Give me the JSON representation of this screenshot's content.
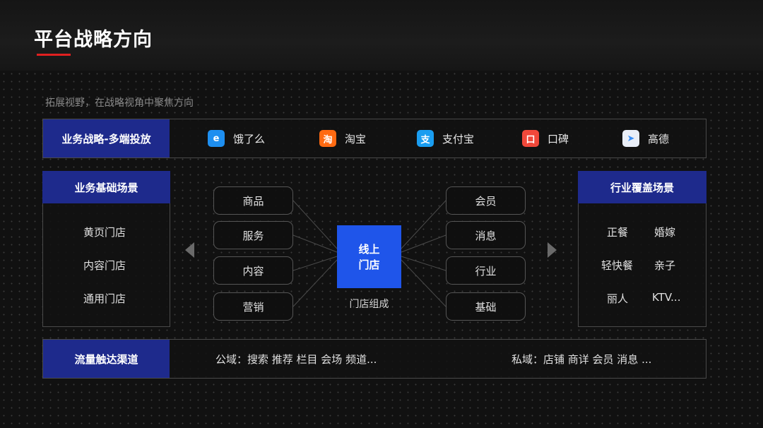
{
  "header": {
    "title": "平台战略方向",
    "subtitle": "拓展视野，在战略视角中聚焦方向",
    "accent_color": "#e02020"
  },
  "strategy_row": {
    "label": "业务战略-多端投放",
    "platforms": [
      {
        "name": "饿了么",
        "icon": "eleme-icon",
        "color": "#1e8ff0",
        "glyph": "e"
      },
      {
        "name": "淘宝",
        "icon": "taobao-icon",
        "color": "#ff6a12",
        "glyph": "淘"
      },
      {
        "name": "支付宝",
        "icon": "alipay-icon",
        "color": "#1a9df0",
        "glyph": "支"
      },
      {
        "name": "口碑",
        "icon": "koubei-icon",
        "color": "#f0483a",
        "glyph": "口"
      },
      {
        "name": "高德",
        "icon": "amap-icon",
        "color": "#3b8ff5",
        "glyph": "➤"
      }
    ]
  },
  "basic_scenes": {
    "label": "业务基础场景",
    "items": [
      "黄页门店",
      "内容门店",
      "通用门店"
    ]
  },
  "industry_scenes": {
    "label": "行业覆盖场景",
    "items": [
      [
        "正餐",
        "婚嫁"
      ],
      [
        "轻快餐",
        "亲子"
      ],
      [
        "丽人",
        "KTV..."
      ]
    ]
  },
  "store_composition": {
    "center_line1": "线上",
    "center_line2": "门店",
    "caption": "门店组成",
    "center_color": "#1f55ea",
    "left": [
      "商品",
      "服务",
      "内容",
      "营销"
    ],
    "right": [
      "会员",
      "消息",
      "行业",
      "基础"
    ]
  },
  "traffic_row": {
    "label": "流量触达渠道",
    "public": "公域：搜索 推荐 栏目 会场 频道...",
    "private": "私域：店铺 商详 会员 消息 ..."
  },
  "brand_color": "#1e2a8c"
}
